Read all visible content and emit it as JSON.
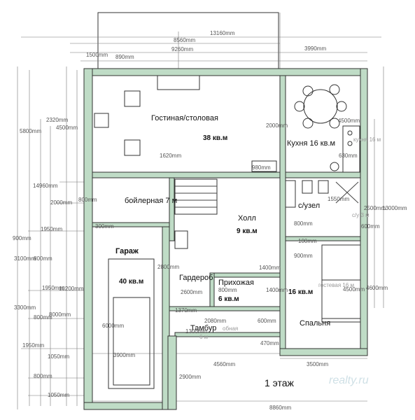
{
  "plan_title": "1 этаж",
  "watermark": "realty.ru",
  "rooms": {
    "living": {
      "name": "Гостиная/столовая",
      "area": "38 кв.м"
    },
    "kitchen": {
      "name": "Кухня 16 кв.м",
      "ghost": "кухня 16 м"
    },
    "boiler": {
      "name": "бойлерная 7 м"
    },
    "hall": {
      "name": "Холл",
      "area": "9 кв.м"
    },
    "bath": {
      "name": "с/узел",
      "ghost": "с/у 3 м"
    },
    "garage": {
      "name": "Гараж",
      "area": "40 кв.м"
    },
    "wardrobe": {
      "name": "Гардероб"
    },
    "entry": {
      "name": "Прихожая",
      "area": "6 кв.м"
    },
    "bedroom": {
      "name": "Спальня",
      "area": "16 кв.м",
      "ghost": "гостевая 16 м"
    },
    "vestibule": {
      "name": "Тамбур",
      "ghost1": "обная",
      "ghost2": "6 м"
    }
  },
  "dims": {
    "d13160": "13160mm",
    "d8560": "8560mm",
    "d9260": "9260mm",
    "d3990": "3990mm",
    "d1500": "1500mm",
    "d890": "890mm",
    "d2320": "2320mm",
    "d4500": "4500mm",
    "d5800": "5800mm",
    "d2000a": "2000mm",
    "d4500b": "4500mm",
    "d1620": "1620mm",
    "d980": "980mm",
    "d630": "630mm",
    "d14960": "14960mm",
    "d2000b": "2000mm",
    "d800": "800mm",
    "d1550": "1550mm",
    "d2500": "2500mm",
    "d13000": "13000mm",
    "d1950a": "1950mm",
    "d900a": "900mm",
    "d300": "300mm",
    "d800b": "800mm",
    "d600": "600mm",
    "d100": "100mm",
    "d3100": "3100mm",
    "d800c": "800mm",
    "d2800": "2800mm",
    "d900b": "900mm",
    "d1400a": "1400mm",
    "d1950b": "1950mm",
    "d10200": "10200mm",
    "d2600": "2600mm",
    "d800d": "800mm",
    "d1400b": "1400mm",
    "d4500c": "4500mm",
    "d4600": "4600mm",
    "d3300": "3300mm",
    "d8000": "8000mm",
    "d800e": "800mm",
    "d1370": "1370mm",
    "d2080": "2080mm",
    "d600b": "600mm",
    "d1300": "1300mm",
    "d6000": "6000mm",
    "d1950c": "1950mm",
    "d1050a": "1050mm",
    "d3900": "3900mm",
    "d470": "470mm",
    "d4560": "4560mm",
    "d3500": "3500mm",
    "d800f": "800mm",
    "d2900": "2900mm",
    "d1050b": "1050mm",
    "d8860": "8860mm"
  }
}
